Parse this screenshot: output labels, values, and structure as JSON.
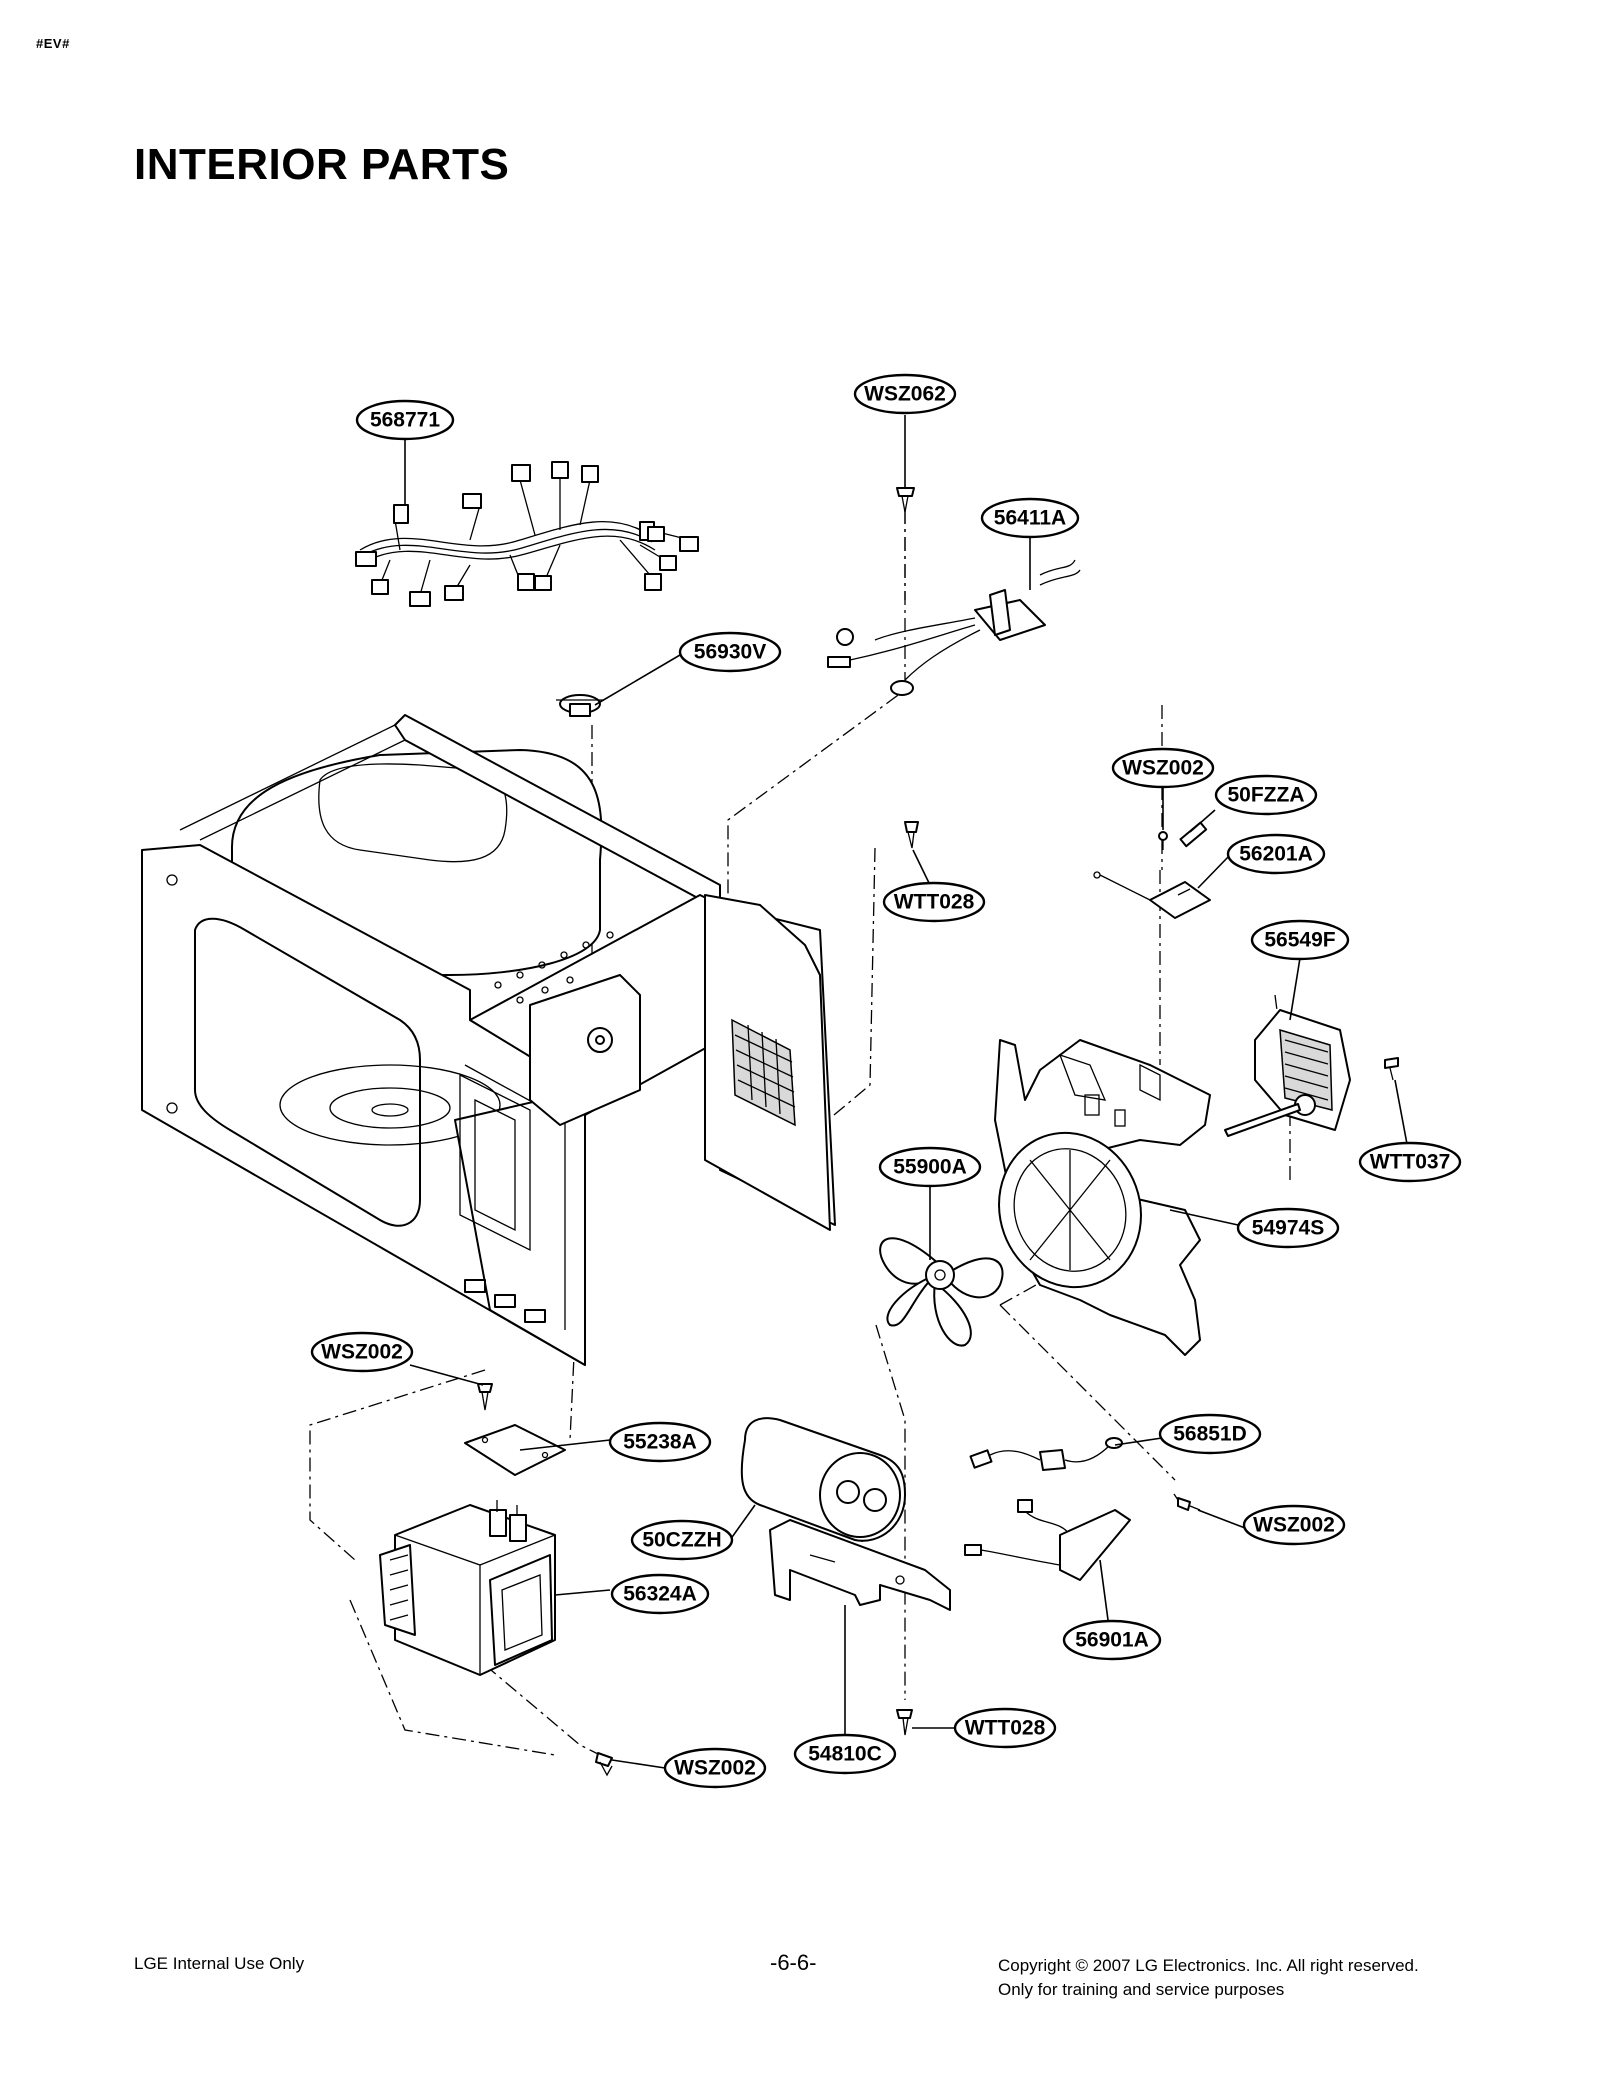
{
  "header": {
    "code_mark": "#EV#",
    "title": "INTERIOR PARTS"
  },
  "footer": {
    "left": "LGE Internal Use Only",
    "page": "-6-6-",
    "copyright": "Copyright © 2007 LG Electronics. Inc. All right reserved.",
    "note": "Only for training and service purposes"
  },
  "callouts": [
    {
      "id": "c568771",
      "label": "568771"
    },
    {
      "id": "cwsz062",
      "label": "WSZ062"
    },
    {
      "id": "c56411a",
      "label": "56411A"
    },
    {
      "id": "c56930v",
      "label": "56930V"
    },
    {
      "id": "cwsz002a",
      "label": "WSZ002"
    },
    {
      "id": "c50fzza",
      "label": "50FZZA"
    },
    {
      "id": "c56201a",
      "label": "56201A"
    },
    {
      "id": "cwtt028a",
      "label": "WTT028"
    },
    {
      "id": "c56549f",
      "label": "56549F"
    },
    {
      "id": "cwtt037",
      "label": "WTT037"
    },
    {
      "id": "c55900a",
      "label": "55900A"
    },
    {
      "id": "c54974s",
      "label": "54974S"
    },
    {
      "id": "cwsz002b",
      "label": "WSZ002"
    },
    {
      "id": "c55238a",
      "label": "55238A"
    },
    {
      "id": "c56851d",
      "label": "56851D"
    },
    {
      "id": "cwsz002c",
      "label": "WSZ002"
    },
    {
      "id": "c50czzh",
      "label": "50CZZH"
    },
    {
      "id": "c56324a",
      "label": "56324A"
    },
    {
      "id": "c56901a",
      "label": "56901A"
    },
    {
      "id": "cwtt028b",
      "label": "WTT028"
    },
    {
      "id": "c54810c",
      "label": "54810C"
    },
    {
      "id": "cwsz002d",
      "label": "WSZ002"
    }
  ]
}
